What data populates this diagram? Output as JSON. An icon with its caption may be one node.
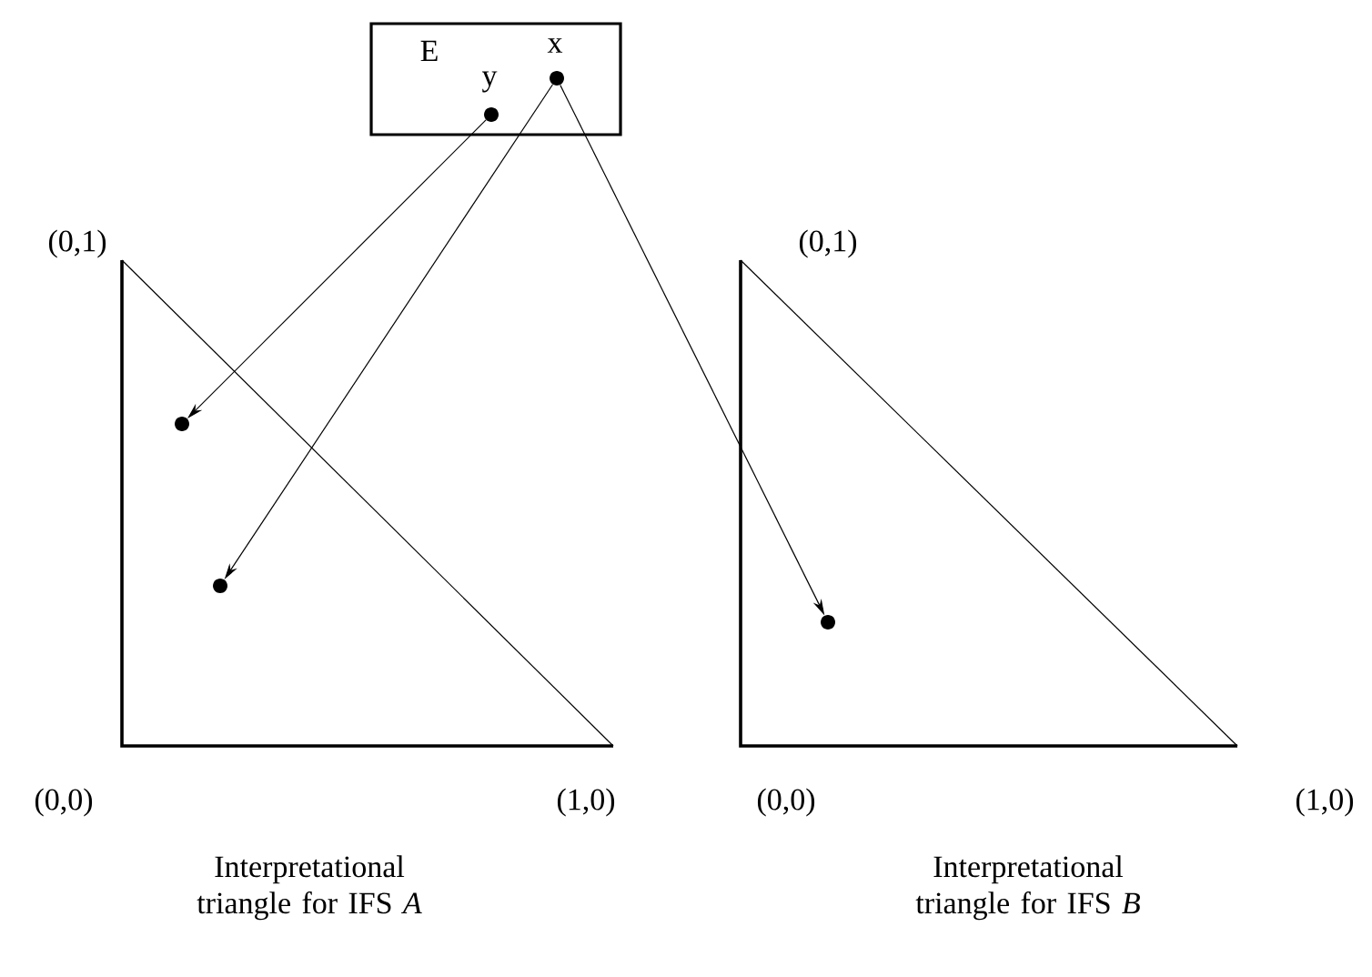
{
  "diagram": {
    "nodes": [
      {
        "text": [
          "E"
        ]
      },
      {
        "text": [],
        "shape": "circle",
        "beside": [
          "y"
        ],
        "in": 0
      },
      {
        "text": [],
        "shape": "circle",
        "beside": [
          "x"
        ],
        "in": 0
      },
      {
        "text": [
          "Interpretational triangle for IFS *A*"
        ],
        "beside": [
          "(0,1)",
          "(0,0)",
          "(1,0)"
        ]
      },
      {
        "text": [],
        "shape": "circle",
        "in": 3
      },
      {
        "text": [],
        "shape": "circle",
        "in": 3
      },
      {
        "text": [
          "Interpretational triangle for IFS *B*"
        ],
        "beside": [
          "(0,1)",
          "(0,0)",
          "(1,0)"
        ]
      },
      {
        "text": [],
        "shape": "circle",
        "in": 6
      }
    ],
    "edges": [
      {
        "from": 1,
        "to": 4,
        "arrow": "to"
      },
      {
        "from": 2,
        "to": 5,
        "arrow": "to"
      },
      {
        "from": 2,
        "to": 7,
        "arrow": "to"
      }
    ]
  }
}
